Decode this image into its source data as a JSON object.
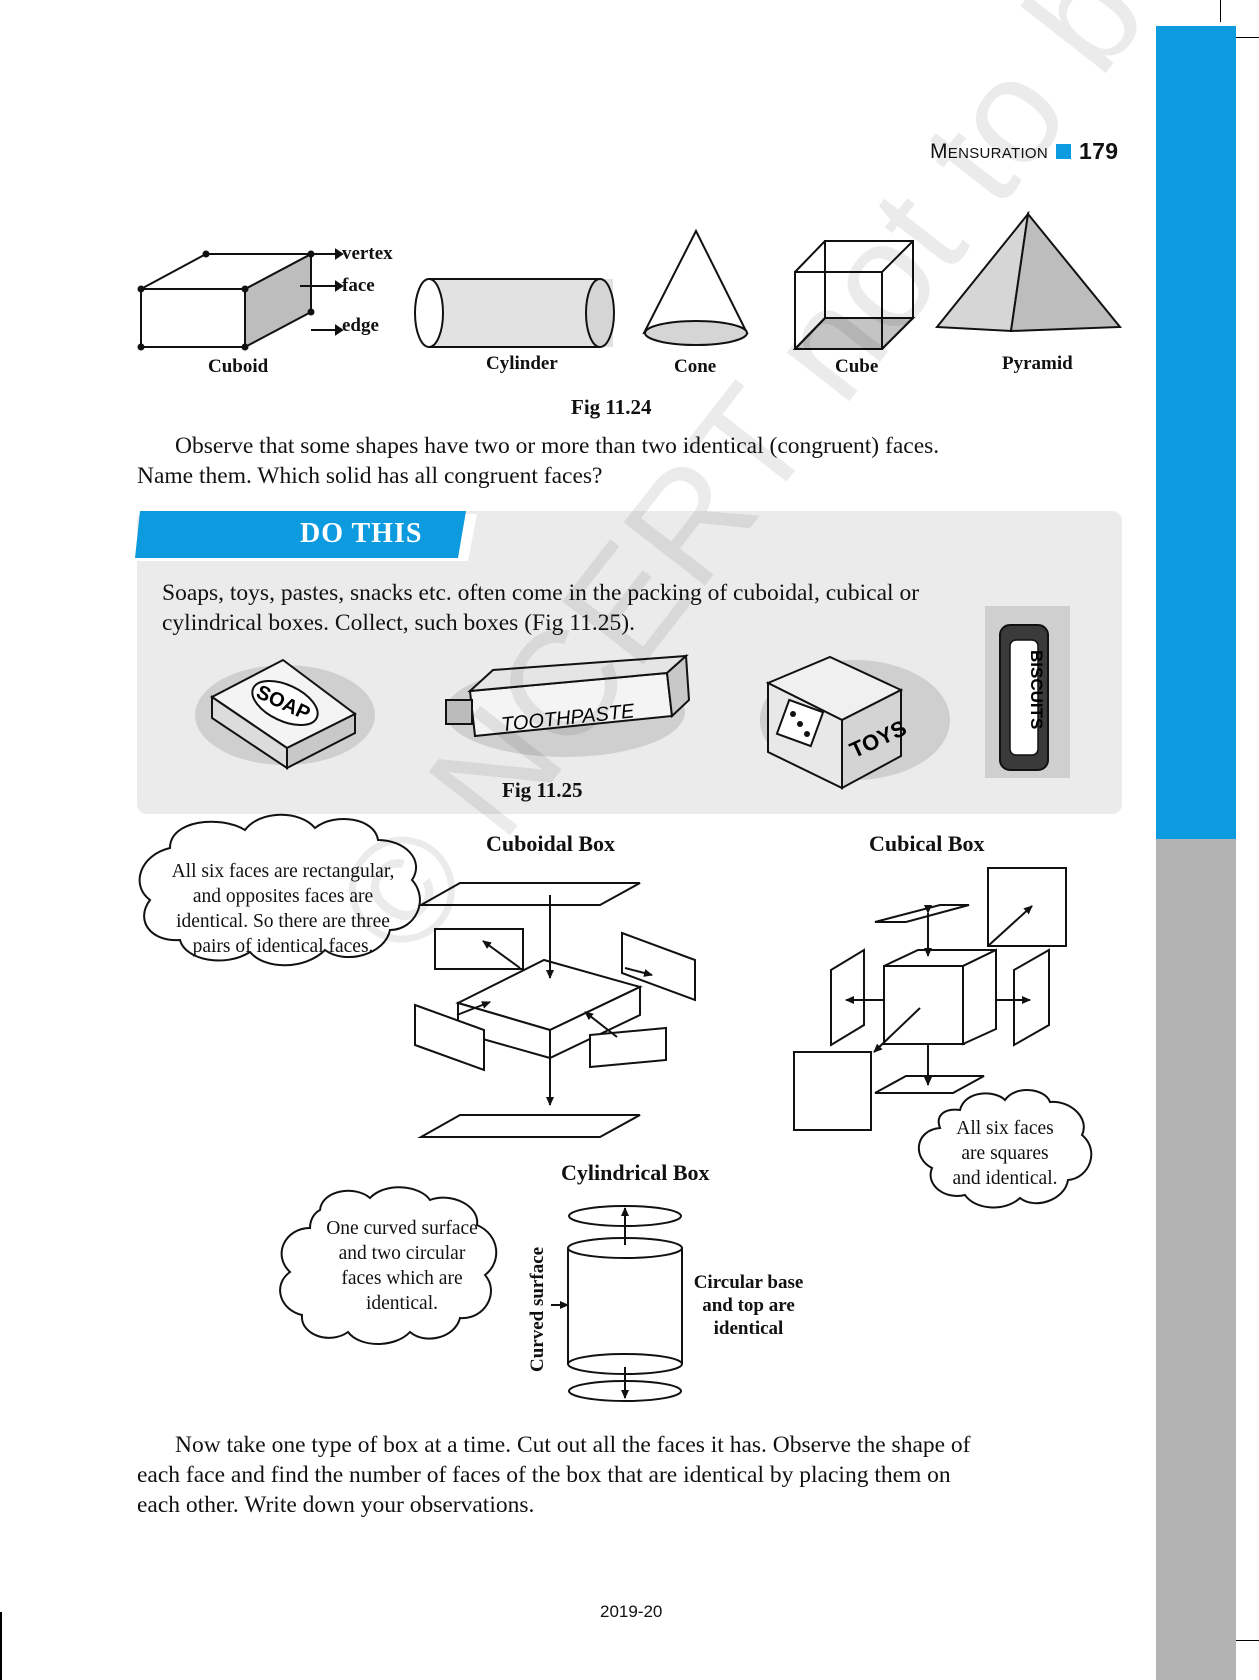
{
  "header": {
    "chapter": "Mensuration",
    "page_number": "179"
  },
  "fig1124": {
    "labels": {
      "vertex": "vertex",
      "face": "face",
      "edge": "edge"
    },
    "shapes": {
      "cuboid": "Cuboid",
      "cylinder": "Cylinder",
      "cone": "Cone",
      "cube": "Cube",
      "pyramid": "Pyramid"
    },
    "caption": "Fig 11.24"
  },
  "para1": {
    "line1": "Observe that some shapes have two or more than two identical (congruent) faces.",
    "line2": "Name them. Which solid has all congruent faces?"
  },
  "do_this": {
    "tab_label": "DO THIS",
    "line1": "Soaps, toys, pastes, snacks etc. often come in the packing of cuboidal, cubical or",
    "line2": "cylindrical boxes. Collect, such boxes (Fig 11.25).",
    "caption": "Fig 11.25",
    "pack_text": {
      "soap": "SOAP",
      "toothpaste": "TOOTHPASTE",
      "toys": "TOYS",
      "biscuits": "BISCUITS"
    }
  },
  "boxes": {
    "cuboidal_title": "Cuboidal Box",
    "cubical_title": "Cubical Box",
    "cylindrical_title": "Cylindrical Box",
    "cuboidal_note": [
      "All six faces are rectangular,",
      "and opposites faces are",
      "identical. So there are three",
      "pairs of identical faces."
    ],
    "cubical_note": [
      "All six faces",
      "are squares",
      "and identical."
    ],
    "cylindrical_note": [
      "One curved surface",
      "and two circular",
      "faces which are",
      "identical."
    ],
    "curved_surface": "Curved surface",
    "circular_note": [
      "Circular base",
      "and top are",
      "identical"
    ]
  },
  "para2": {
    "line1": "Now take one type of box at a time. Cut out all the faces it has. Observe the shape of",
    "line2": "each face and find the number of faces of the box that are identical by placing them on",
    "line3": "each other. Write down your observations."
  },
  "footer": {
    "year": "2019-20"
  },
  "watermark": "© NCERT not to be republished",
  "colors": {
    "accent_blue": "#0d9be0",
    "sidebar_gray": "#b3b3b3",
    "panel_gray": "#ebebeb"
  }
}
